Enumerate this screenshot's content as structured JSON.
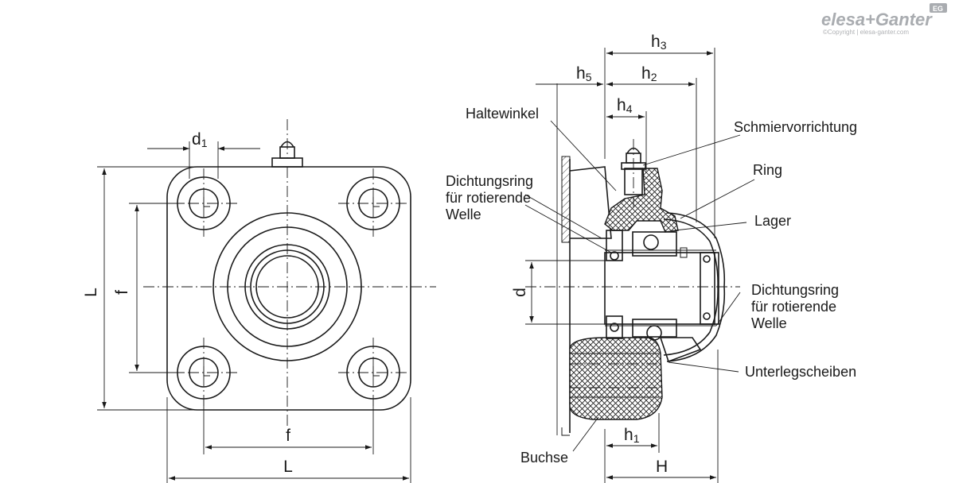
{
  "logo": {
    "brand": "elesa+Ganter",
    "badge": "EG",
    "copyright": "©Copyright | elesa-ganter.com"
  },
  "front_view": {
    "dims": {
      "d1": {
        "base": "d",
        "sub": "1"
      },
      "f_vertical": "f",
      "L_vertical": "L",
      "f_horizontal": "f",
      "L_horizontal": "L"
    }
  },
  "section_view": {
    "dims": {
      "h3": {
        "base": "h",
        "sub": "3"
      },
      "h5": {
        "base": "h",
        "sub": "5"
      },
      "h2": {
        "base": "h",
        "sub": "2"
      },
      "h4": {
        "base": "h",
        "sub": "4"
      },
      "h1": {
        "base": "h",
        "sub": "1"
      },
      "H": "H",
      "d": "d"
    },
    "labels": {
      "haltewinkel": "Haltewinkel",
      "schmiervorrichtung": "Schmiervorrichtung",
      "ring": "Ring",
      "lager": "Lager",
      "dichtungsring_left": [
        "Dichtungsring",
        "für rotierende",
        "Welle"
      ],
      "dichtungsring_right": [
        "Dichtungsring",
        "für rotierende",
        "Welle"
      ],
      "unterlegscheiben": "Unterlegscheiben",
      "buchse": "Buchse"
    }
  }
}
